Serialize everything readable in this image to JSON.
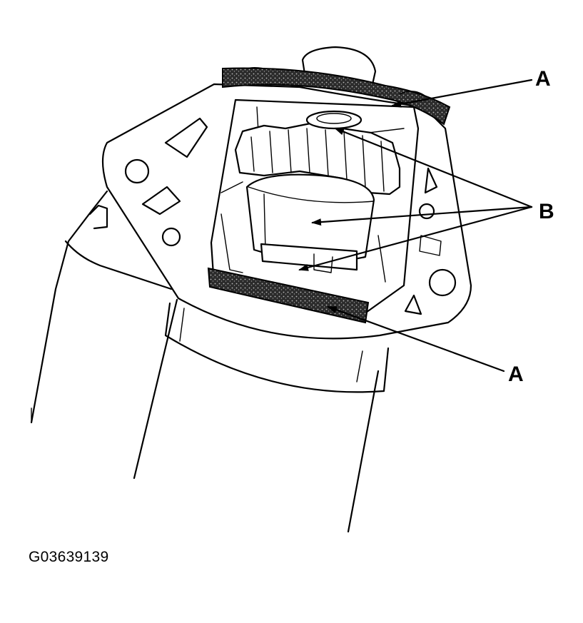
{
  "callouts": {
    "a_top": "A",
    "b": "B",
    "a_bottom": "A"
  },
  "figure_code": "G03639139",
  "colors": {
    "line": "#000000",
    "background": "#ffffff",
    "gasket_fill": "#3a3a3a"
  }
}
